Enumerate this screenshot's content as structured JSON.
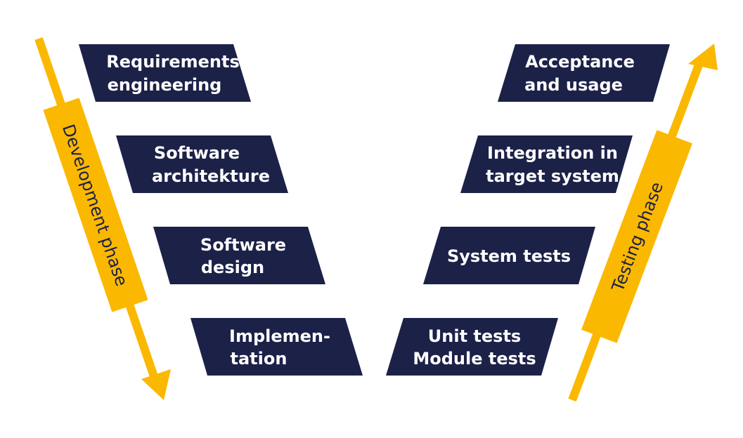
{
  "colors": {
    "box": "#1c2148",
    "arrow": "#fbb800",
    "box_text": "#ffffff",
    "phase_text": "#1c2148"
  },
  "development_steps": [
    {
      "line1": "Requirements",
      "line2": "engineering"
    },
    {
      "line1": "Software",
      "line2": "architekture"
    },
    {
      "line1": "Software",
      "line2": "design"
    },
    {
      "line1": "Implemen-",
      "line2": "tation"
    }
  ],
  "testing_steps": [
    {
      "line1": "Acceptance",
      "line2": "and usage"
    },
    {
      "line1": "Integration in",
      "line2": "target system"
    },
    {
      "line1": "System tests",
      "line2": ""
    },
    {
      "line1": "Unit tests",
      "line2": "Module tests"
    }
  ],
  "phases": {
    "development": "Development phase",
    "testing": "Testing phase"
  }
}
